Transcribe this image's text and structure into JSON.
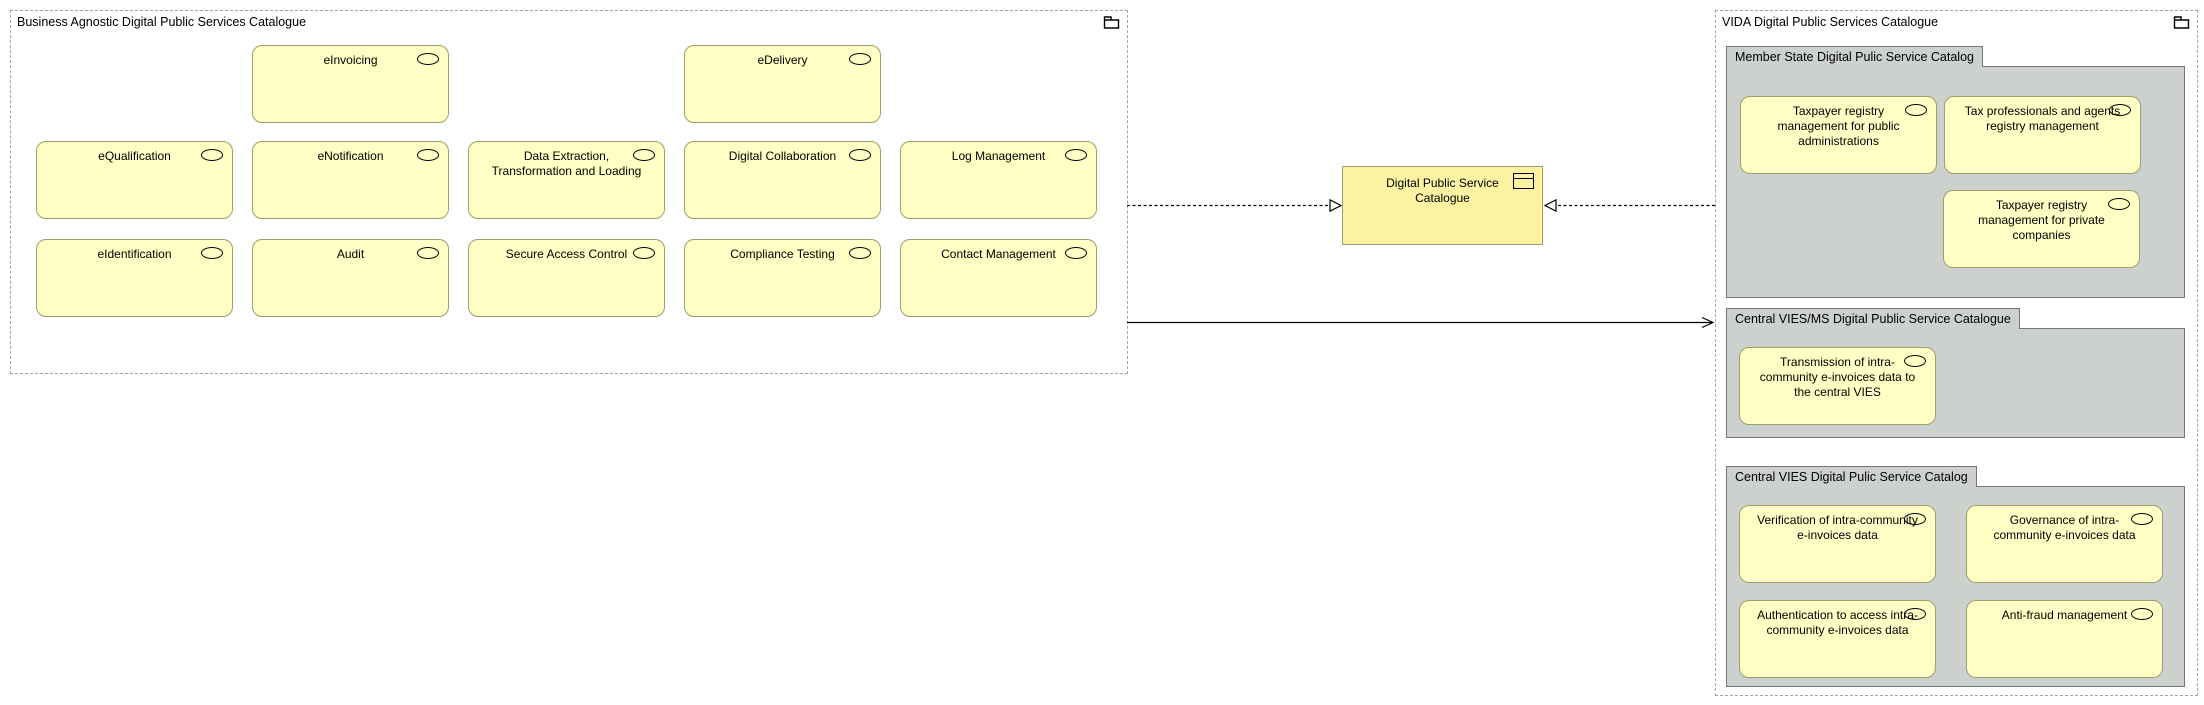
{
  "left_group": {
    "title": "Business Agnostic Digital Public Services Catalogue",
    "services": [
      {
        "label": "eInvoicing"
      },
      {
        "label": "eDelivery"
      },
      {
        "label": "eQualification"
      },
      {
        "label": "eNotification"
      },
      {
        "label": "Data Extraction, Transformation and Loading"
      },
      {
        "label": "Digital Collaboration"
      },
      {
        "label": "Log Management"
      },
      {
        "label": "eIdentification"
      },
      {
        "label": "Audit"
      },
      {
        "label": "Secure Access Control"
      },
      {
        "label": "Compliance Testing"
      },
      {
        "label": "Contact Management"
      }
    ]
  },
  "center_component": {
    "label": "Digital Public Service Catalogue"
  },
  "right_group": {
    "title": "VIDA Digital Public Services Catalogue",
    "subgroups": [
      {
        "title": "Member State Digital Pulic Service Catalog",
        "services": [
          {
            "label": "Taxpayer registry management for public administrations"
          },
          {
            "label": "Tax professionals and agents registry management"
          },
          {
            "label": "Taxpayer registry management for private companies"
          }
        ]
      },
      {
        "title": "Central VIES/MS Digital Public Service Catalogue",
        "services": [
          {
            "label": "Transmission of intra-community e-invoices data to the central VIES"
          }
        ]
      },
      {
        "title": "Central VIES Digital Pulic Service Catalog",
        "services": [
          {
            "label": "Verification of intra-community e-invoices data"
          },
          {
            "label": "Governance of intra-community e-invoices data"
          },
          {
            "label": "Authentication to access intra-community e-invoices data"
          },
          {
            "label": "Anti-fraud management"
          }
        ]
      }
    ]
  },
  "colors": {
    "canvas_bg": "#FFFFFF",
    "service_fill": "#FFFFC5",
    "service_border": "#9E9E6E",
    "component_fill": "#FBF3A1",
    "subgroup_fill": "#CDD1CD",
    "subgroup_border": "#757575",
    "group_border": "#A3A3A3",
    "arrow_color": "#000000"
  }
}
